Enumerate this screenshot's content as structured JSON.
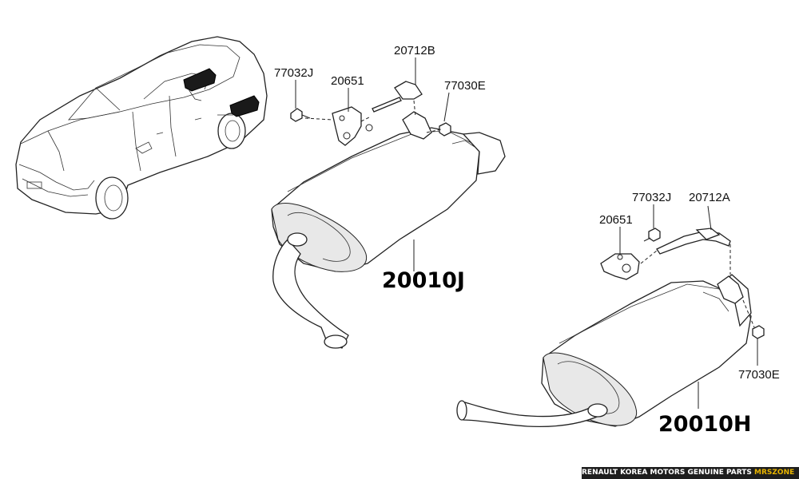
{
  "labels": {
    "bolt_upper": "77032J",
    "bracket_upper": "20651",
    "hanger_upper": "20712B",
    "nut_upper": "77030E",
    "muffler_upper": "20010J",
    "bolt_lower": "77032J",
    "hanger_lower": "20712A",
    "bracket_lower": "20651",
    "nut_lower": "77030E",
    "muffler_lower": "20010H"
  },
  "footer": {
    "text": "RENAULT KOREA MOTORS GENUINE PARTS ",
    "brand": "MRSZONE",
    "brand_color": "#e8b400"
  }
}
